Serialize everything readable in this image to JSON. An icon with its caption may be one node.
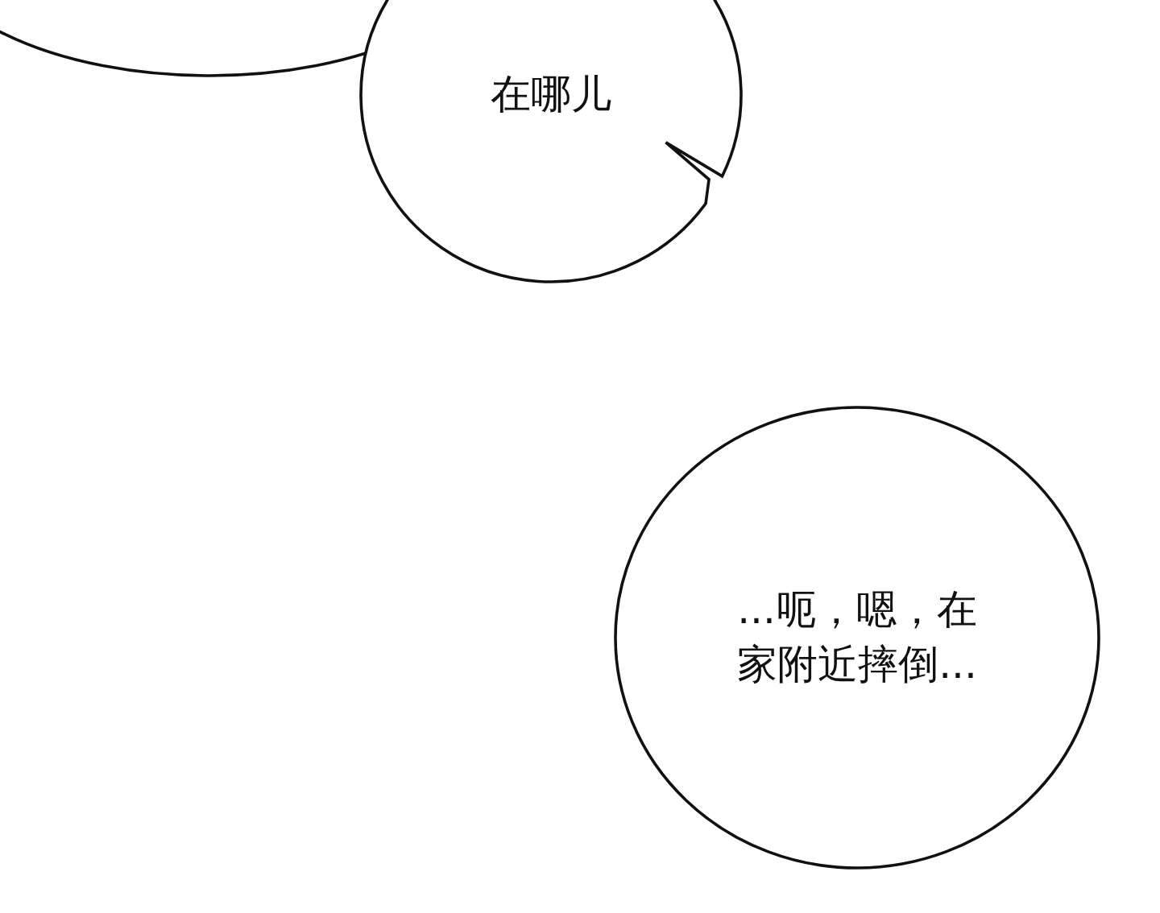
{
  "diagram": {
    "nodes": [
      {
        "text": [],
        "shape": "circle"
      },
      {
        "text": [
          "在哪儿"
        ]
      },
      {
        "text": [
          "...呃，嗯，在家附近摔倒..."
        ]
      }
    ],
    "edges": []
  }
}
